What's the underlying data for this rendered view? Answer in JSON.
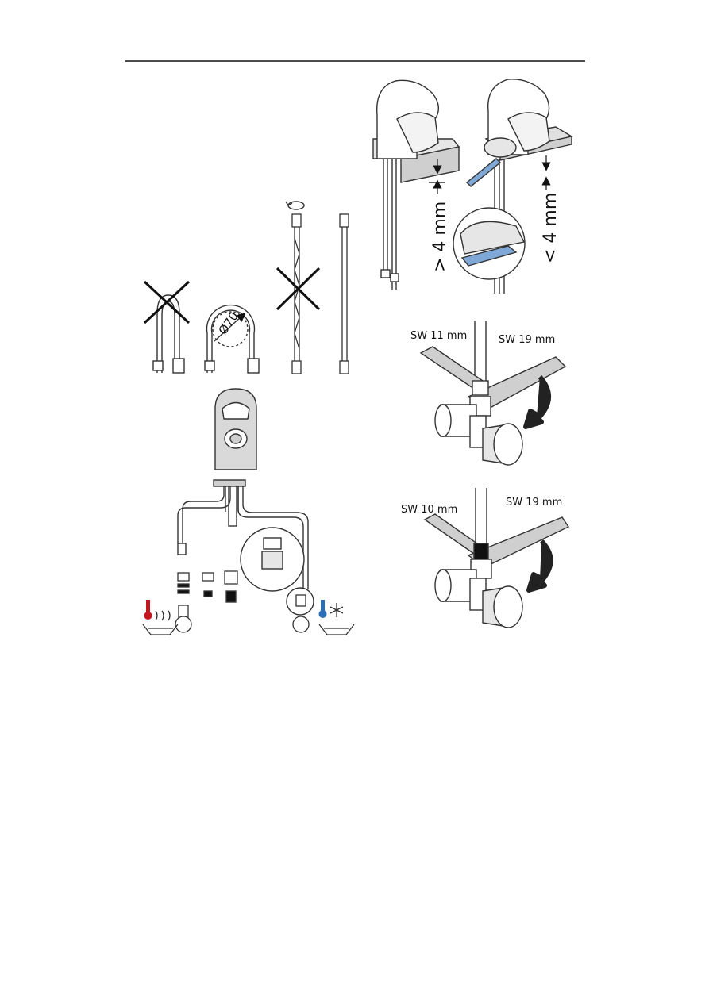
{
  "labels": {
    "gt_4mm": "> 4 mm",
    "lt_4mm": "< 4 mm",
    "diameter": "Ø70",
    "sw11": "SW 11 mm",
    "sw19_top": "SW 19 mm",
    "sw10": "SW 10 mm",
    "sw19_bottom": "SW 19 mm"
  },
  "colors": {
    "ink": "#1a1a1a",
    "grey_fill": "#d9d9d9",
    "hot": "#c4161c",
    "cold": "#2a6fb5",
    "hose_blue": "#7fa8d6"
  },
  "icons": [
    "cross-out-icon",
    "rotate-arrow-icon",
    "thermometer-hot-icon",
    "thermometer-cold-icon",
    "snowflake-icon",
    "wrench-icon",
    "turn-arrow-icon"
  ]
}
